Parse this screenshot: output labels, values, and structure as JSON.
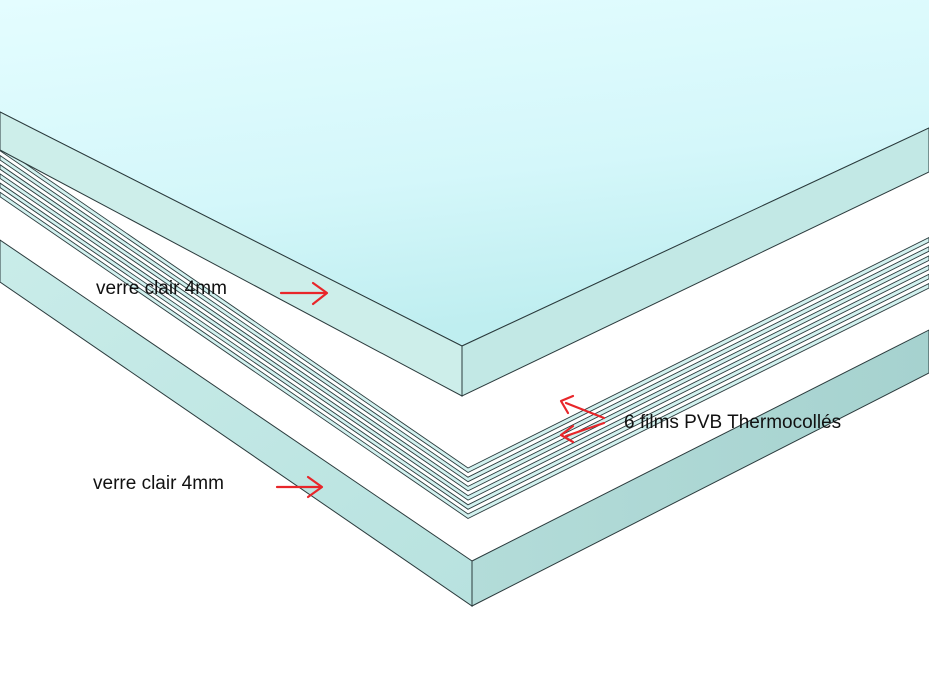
{
  "labels": {
    "top_glass": "verre clair 4mm",
    "bottom_glass": "verre clair 4mm",
    "films": "6 films PVB Thermocollés"
  },
  "layers": {
    "glass_count": 2,
    "film_count": 6
  },
  "colors": {
    "top_face_light": "#e2fcff",
    "top_face_dark": "#b9ecee",
    "glass_edge": "#c3e9e6",
    "glass_edge_dark": "#a9d6d3",
    "film_edge": "#d2f1ef",
    "outline": "#2b3b3d",
    "arrow": "#e8262a",
    "text": "#111111"
  }
}
